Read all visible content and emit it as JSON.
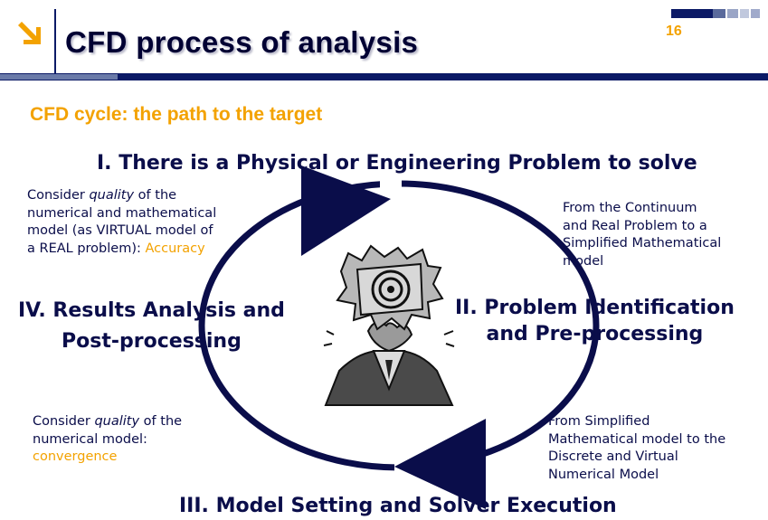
{
  "header": {
    "title": "CFD process of analysis",
    "page_number": "16",
    "subtitle": "CFD cycle: the path to the target"
  },
  "stages": {
    "s1": "I. There is a Physical or Engineering Problem to solve",
    "s2_line1": "II. Problem Identification",
    "s2_line2": "and  Pre-processing",
    "s3": "III. Model Setting and Solver Execution",
    "s4_line1": "IV. Results Analysis and",
    "s4_line2": "Post-processing"
  },
  "notes": {
    "top_left": {
      "line1_a": "Consider ",
      "line1_em": "quality",
      "line1_b": " of the",
      "line2": "numerical and mathematical",
      "line3": "model (as VIRTUAL model of",
      "line4_a": "a REAL problem): ",
      "line4_hl": "Accuracy"
    },
    "top_right": {
      "line1": "From the Continuum",
      "line2": "and Real Problem to a",
      "line3": "Simplified Mathematical",
      "line4": "model"
    },
    "bottom_left": {
      "line1_a": "Consider ",
      "line1_em": "quality",
      "line1_b": " of the",
      "line2": "numerical model:",
      "line3_hl": "convergence"
    },
    "bottom_right": {
      "line1": "From Simplified",
      "line2": "Mathematical model to the",
      "line3": "Discrete and Virtual",
      "line4": "Numerical Model"
    }
  },
  "colors": {
    "navy": "#0a0d4a",
    "orange": "#f3a200",
    "header_bar": "#0c1a66"
  },
  "icons": {
    "header": "orange-arrow-icon",
    "center": "stressed-person-illustration"
  }
}
